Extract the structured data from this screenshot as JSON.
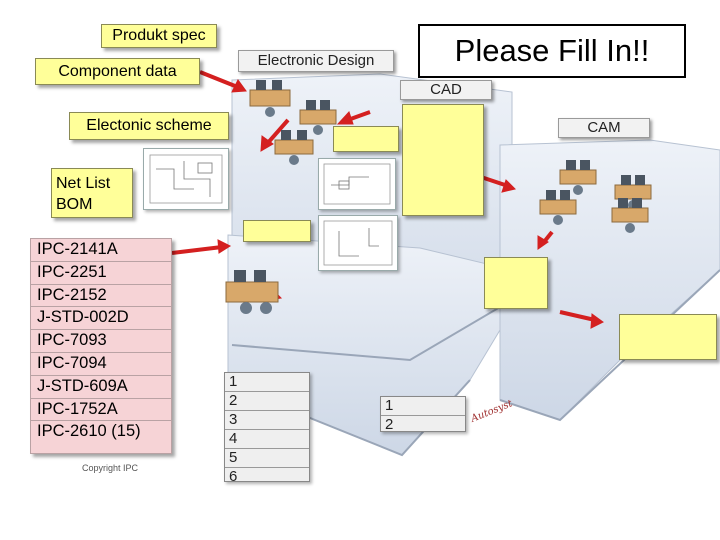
{
  "left_boxes": {
    "produkt_spec": "Produkt spec",
    "component_data": "Component data",
    "electronic_scheme": "Electonic scheme",
    "net_list": "Net List",
    "bom": "BOM"
  },
  "standards": [
    "IPC-2141A",
    "IPC-2251",
    "IPC-2152",
    "J-STD-002D",
    "IPC-7093",
    "IPC-7094",
    "J-STD-609A",
    "IPC-1752A",
    "IPC-2610 (15)"
  ],
  "copyright": "Copyright IPC",
  "please_fill": "Please Fill In!!",
  "stage_labels": {
    "electronic_design": "Electronic Design",
    "cad": "CAD",
    "cam": "CAM"
  },
  "list_a": [
    "1",
    "2",
    "3",
    "4",
    "5",
    "6"
  ],
  "list_b": [
    "1",
    "2"
  ],
  "signature": "Autosyst",
  "colors": {
    "yellow_box": "#ffff99",
    "pink_box": "#f6d3d6",
    "arrow": "#d42020",
    "floor": "#dde6f2"
  }
}
